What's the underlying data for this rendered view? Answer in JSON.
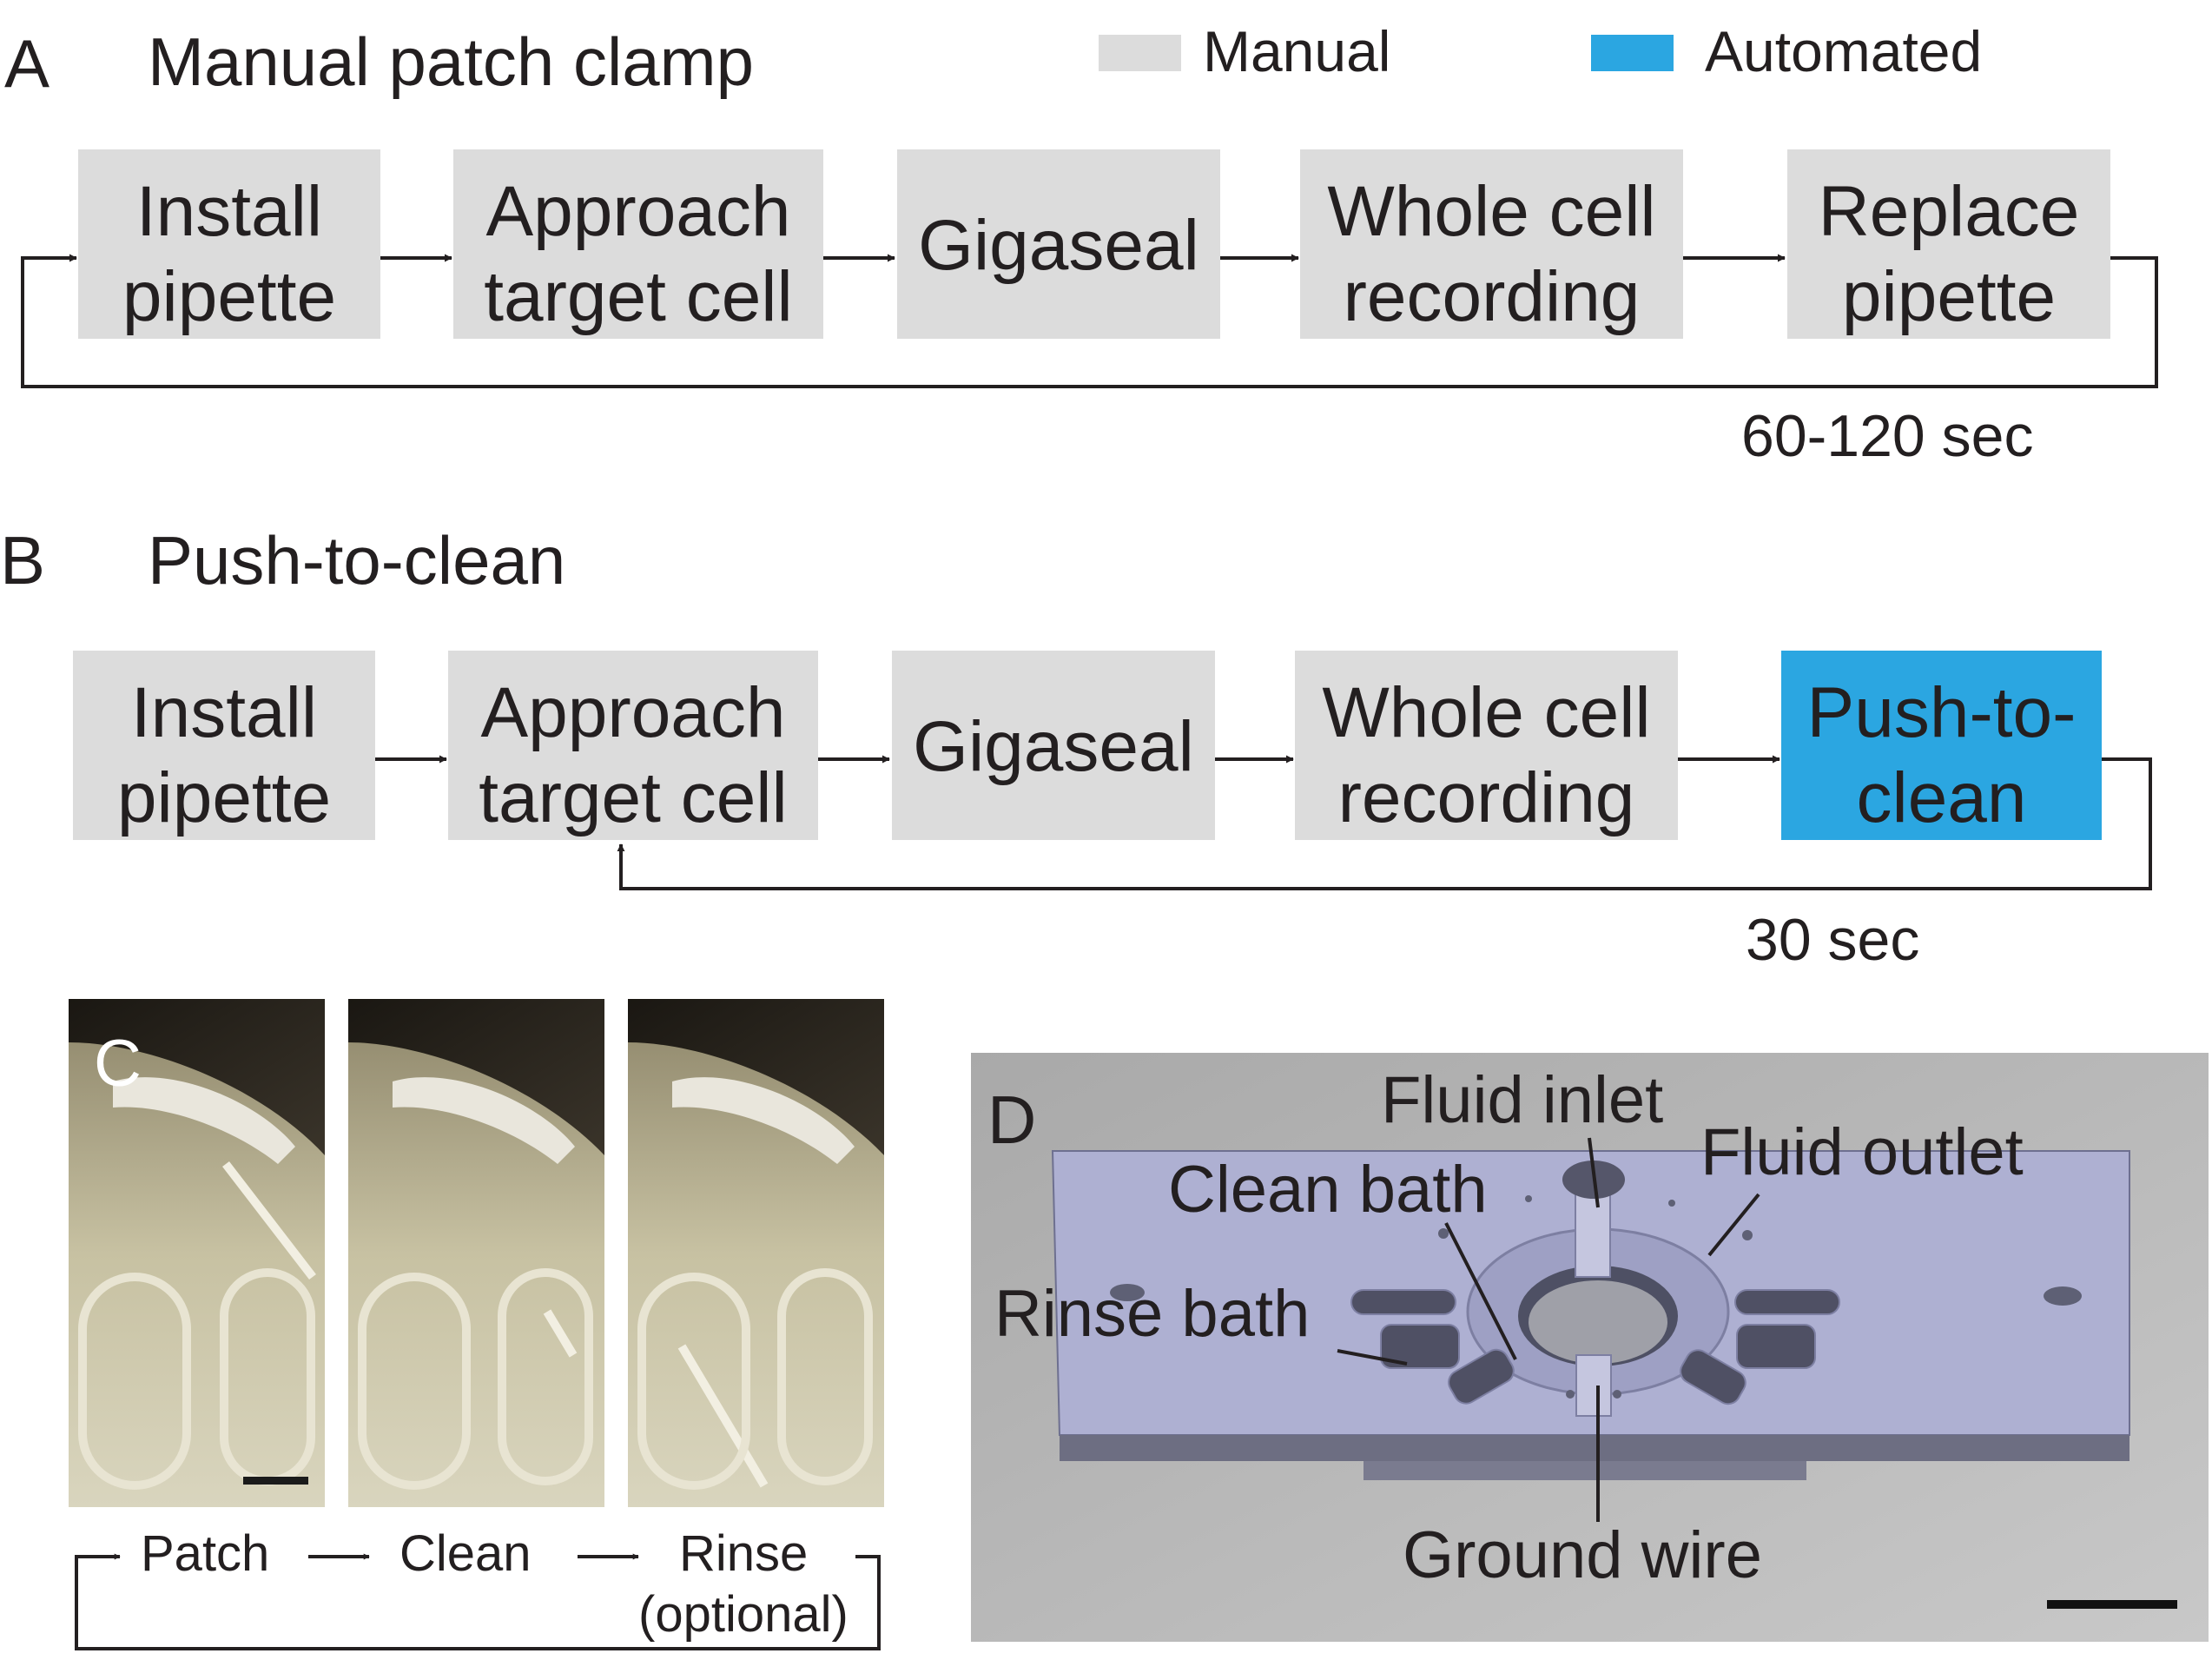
{
  "panel_a": {
    "letter": "A",
    "title": "Manual patch clamp",
    "steps": [
      {
        "line1": "Install",
        "line2": "pipette",
        "kind": "manual"
      },
      {
        "line1": "Approach",
        "line2": "target cell",
        "kind": "manual"
      },
      {
        "line1": "Gigaseal",
        "line2": "",
        "kind": "manual"
      },
      {
        "line1": "Whole cell",
        "line2": "recording",
        "kind": "manual"
      },
      {
        "line1": "Replace",
        "line2": "pipette",
        "kind": "manual"
      }
    ],
    "cycle_time": "60-120 sec"
  },
  "panel_b": {
    "letter": "B",
    "title": "Push-to-clean",
    "steps": [
      {
        "line1": "Install",
        "line2": "pipette",
        "kind": "manual"
      },
      {
        "line1": "Approach",
        "line2": "target cell",
        "kind": "manual"
      },
      {
        "line1": "Gigaseal",
        "line2": "",
        "kind": "manual"
      },
      {
        "line1": "Whole cell",
        "line2": "recording",
        "kind": "manual"
      },
      {
        "line1": "Push-to-",
        "line2": "clean",
        "kind": "automated"
      }
    ],
    "cycle_time": "30 sec"
  },
  "legend": {
    "manual_label": "Manual",
    "automated_label": "Automated",
    "manual_color": "#dcdcdc",
    "automated_color": "#2ba6e1"
  },
  "panel_c": {
    "letter": "C",
    "sequence": [
      "Patch",
      "Clean",
      "Rinse",
      "(optional)"
    ]
  },
  "panel_d": {
    "letter": "D",
    "labels": {
      "fluid_inlet": "Fluid inlet",
      "fluid_outlet": "Fluid outlet",
      "clean_bath": "Clean bath",
      "rinse_bath": "Rinse bath",
      "ground_wire": "Ground wire"
    }
  }
}
